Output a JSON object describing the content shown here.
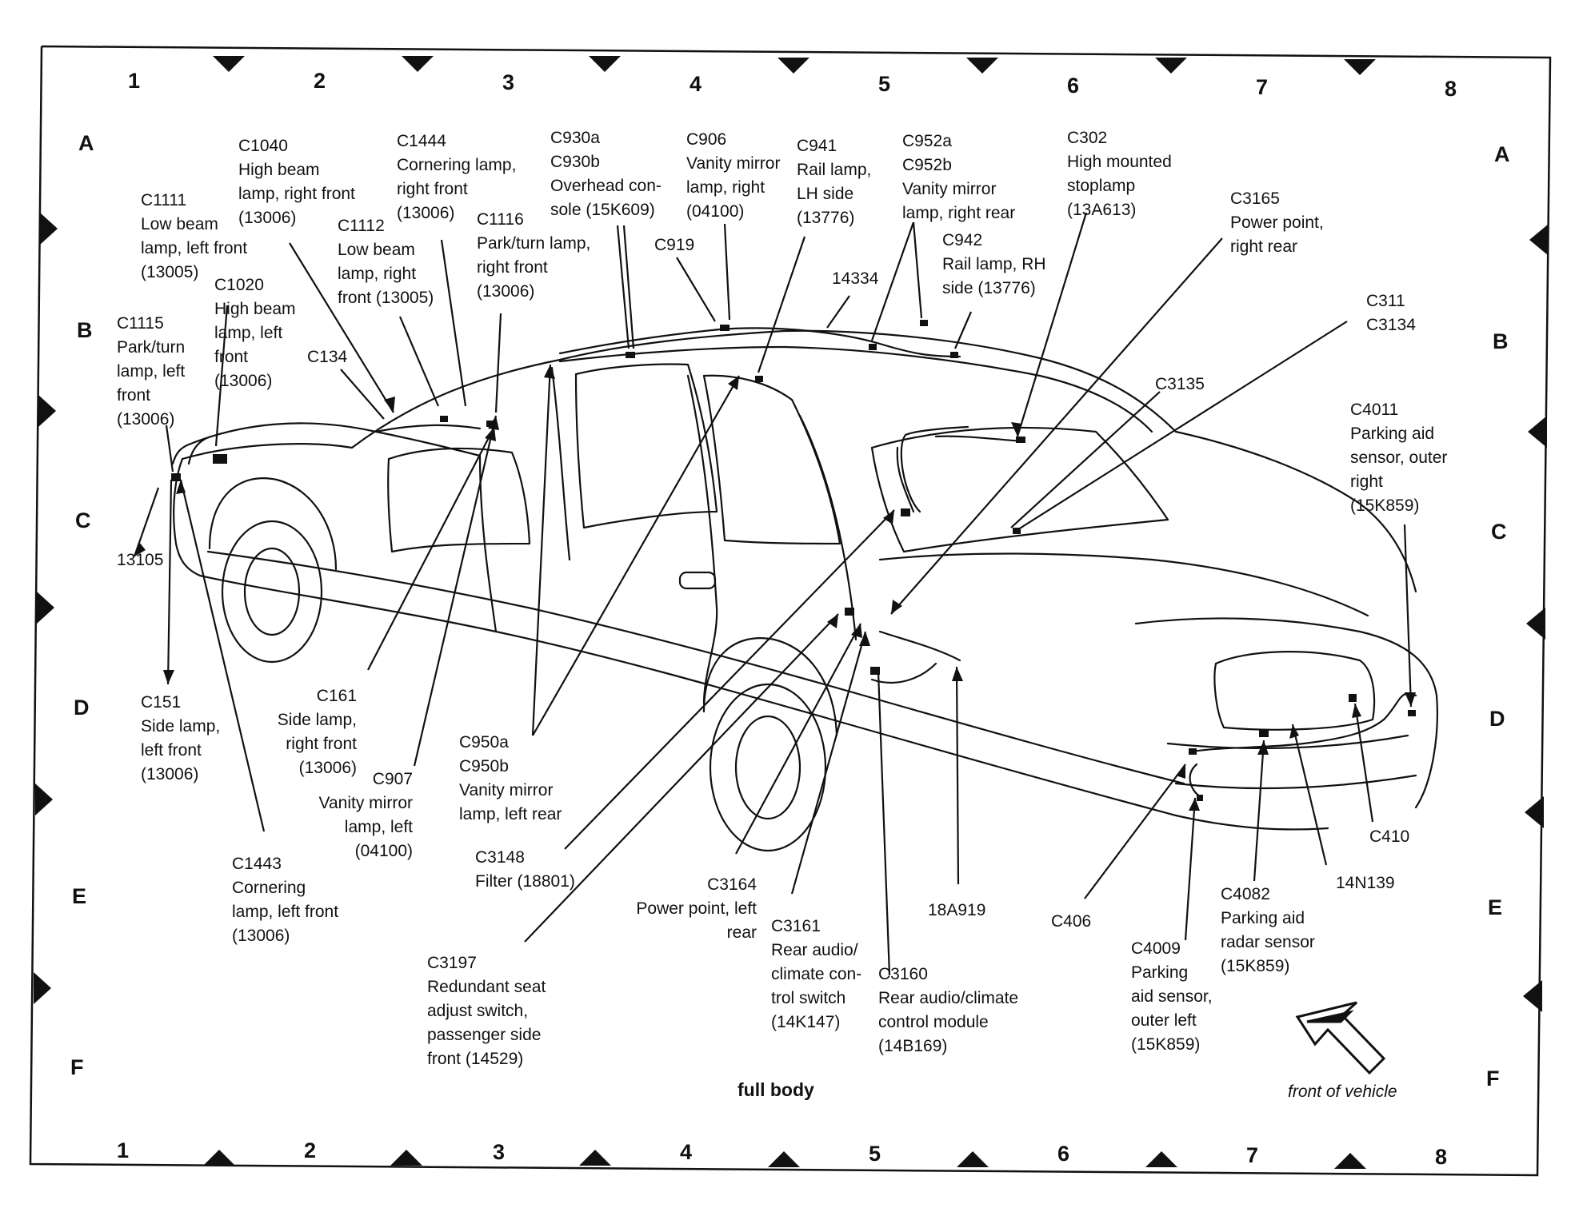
{
  "colors": {
    "ink": "#111111",
    "paper": "#ffffff"
  },
  "grid": {
    "columns": [
      "1",
      "2",
      "3",
      "4",
      "5",
      "6",
      "7",
      "8"
    ],
    "rows": [
      "A",
      "B",
      "C",
      "D",
      "E",
      "F"
    ]
  },
  "caption": "full body",
  "orientation": {
    "label": "front of vehicle",
    "icon": "arrow-up-left-icon"
  },
  "callouts": [
    {
      "id": "c1111",
      "lines": [
        "C1111",
        "Low beam",
        "lamp, left front",
        "(13005)"
      ]
    },
    {
      "id": "c1040",
      "lines": [
        "C1040",
        "High beam",
        "lamp, right front",
        "(13006)"
      ]
    },
    {
      "id": "c1444",
      "lines": [
        "C1444",
        "Cornering lamp,",
        "right front",
        "(13006)"
      ]
    },
    {
      "id": "c1112",
      "lines": [
        "C1112",
        "Low beam",
        "lamp, right",
        "front (13005)"
      ]
    },
    {
      "id": "c1116",
      "lines": [
        "C1116",
        "Park/turn lamp,",
        "right front",
        "(13006)"
      ]
    },
    {
      "id": "c930",
      "lines": [
        "C930a",
        "C930b",
        "Overhead con-",
        "sole (15K609)"
      ]
    },
    {
      "id": "c906",
      "lines": [
        "C906",
        "Vanity mirror",
        "lamp, right",
        "(04100)"
      ]
    },
    {
      "id": "c919",
      "lines": [
        "C919"
      ]
    },
    {
      "id": "c941",
      "lines": [
        "C941",
        "Rail lamp,",
        "LH side",
        "(13776)"
      ]
    },
    {
      "id": "c14334",
      "lines": [
        "14334"
      ]
    },
    {
      "id": "c952",
      "lines": [
        "C952a",
        "C952b",
        "Vanity mirror",
        "lamp, right rear"
      ]
    },
    {
      "id": "c942",
      "lines": [
        "C942",
        "Rail lamp, RH",
        "side (13776)"
      ]
    },
    {
      "id": "c302",
      "lines": [
        "C302",
        "High mounted",
        "stoplamp",
        "(13A613)"
      ]
    },
    {
      "id": "c3165",
      "lines": [
        "C3165",
        "Power point,",
        "right rear"
      ]
    },
    {
      "id": "c1020",
      "lines": [
        "C1020",
        "High beam",
        "lamp, left",
        "front",
        "(13006)"
      ]
    },
    {
      "id": "c1115",
      "lines": [
        "C1115",
        "Park/turn",
        "lamp, left",
        "front",
        "(13006)"
      ]
    },
    {
      "id": "c134",
      "lines": [
        "C134"
      ]
    },
    {
      "id": "c311",
      "lines": [
        "C311",
        "C3134"
      ]
    },
    {
      "id": "c3135",
      "lines": [
        "C3135"
      ]
    },
    {
      "id": "c4011",
      "lines": [
        "C4011",
        "Parking aid",
        "sensor, outer",
        "right",
        "(15K859)"
      ]
    },
    {
      "id": "c13105",
      "lines": [
        "13105"
      ]
    },
    {
      "id": "c151",
      "lines": [
        "C151",
        "Side lamp,",
        "left front",
        "(13006)"
      ]
    },
    {
      "id": "c161",
      "lines": [
        "C161",
        "Side lamp,",
        "right front",
        "(13006)"
      ]
    },
    {
      "id": "c907",
      "lines": [
        "C907",
        "Vanity mirror",
        "lamp, left",
        "(04100)"
      ]
    },
    {
      "id": "c950",
      "lines": [
        "C950a",
        "C950b",
        "Vanity mirror",
        "lamp, left rear"
      ]
    },
    {
      "id": "c1443",
      "lines": [
        "C1443",
        "Cornering",
        "lamp, left front",
        "(13006)"
      ]
    },
    {
      "id": "c3148",
      "lines": [
        "C3148",
        "Filter (18801)"
      ]
    },
    {
      "id": "c3164",
      "lines": [
        "C3164",
        "Power point, left",
        "rear"
      ]
    },
    {
      "id": "c3161",
      "lines": [
        "C3161",
        "Rear audio/",
        "climate con-",
        "trol switch",
        "(14K147)"
      ]
    },
    {
      "id": "c18a919",
      "lines": [
        "18A919"
      ]
    },
    {
      "id": "c406",
      "lines": [
        "C406"
      ]
    },
    {
      "id": "c4082",
      "lines": [
        "C4082",
        "Parking aid",
        "radar sensor",
        "(15K859)"
      ]
    },
    {
      "id": "c14n139",
      "lines": [
        "14N139"
      ]
    },
    {
      "id": "c410",
      "lines": [
        "C410"
      ]
    },
    {
      "id": "c3197",
      "lines": [
        "C3197",
        "Redundant seat",
        "adjust switch,",
        "passenger side",
        "front (14529)"
      ]
    },
    {
      "id": "c3160",
      "lines": [
        "C3160",
        "Rear audio/climate",
        "control module",
        "(14B169)"
      ]
    },
    {
      "id": "c4009",
      "lines": [
        "C4009",
        "Parking",
        "aid sensor,",
        "outer left",
        "(15K859)"
      ]
    }
  ]
}
